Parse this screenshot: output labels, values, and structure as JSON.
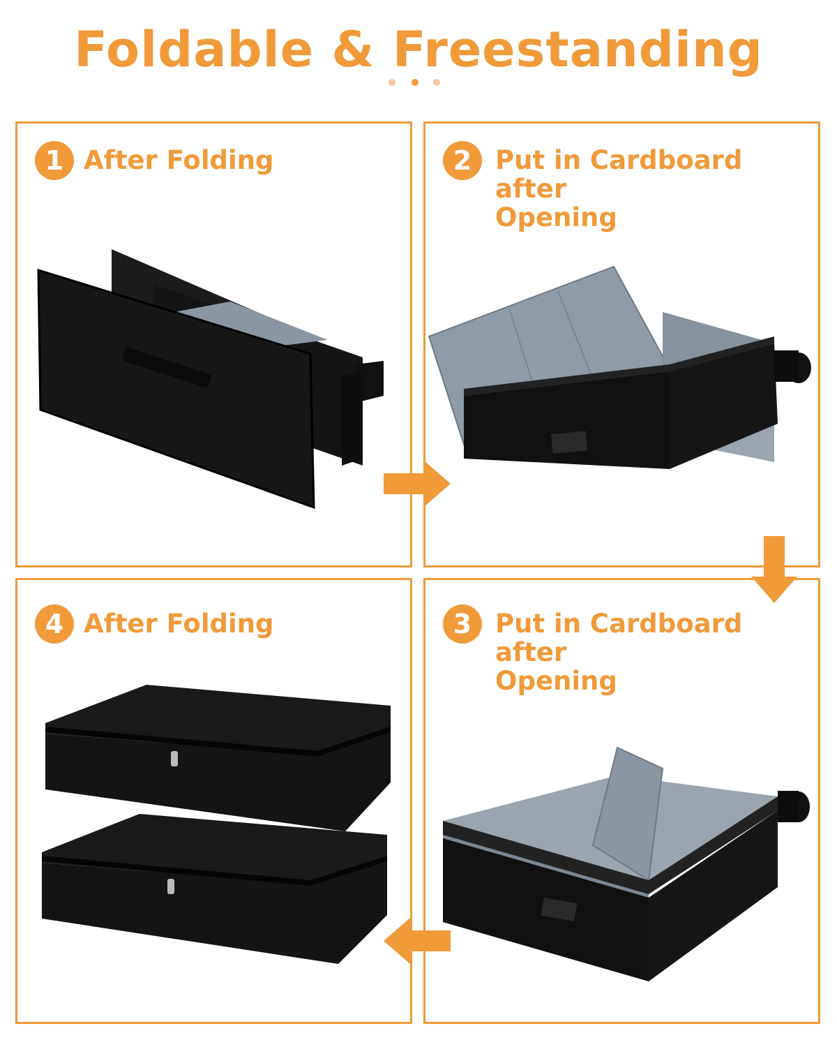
{
  "title": "Foldable & Freestanding",
  "colors": {
    "accent": "#F09A3A",
    "dot_light": "#F5C9A0",
    "fabric": "#141414",
    "lining": "#8A97A3"
  },
  "icons": [
    "right-arrow-icon",
    "down-arrow-icon",
    "left-arrow-icon"
  ],
  "steps": [
    {
      "number": "1",
      "line1": "After Folding",
      "line2": ""
    },
    {
      "number": "2",
      "line1": "Put in Cardboard after",
      "line2": "Opening"
    },
    {
      "number": "3",
      "line1": "Put in Cardboard after",
      "line2": "Opening"
    },
    {
      "number": "4",
      "line1": "After Folding",
      "line2": ""
    }
  ]
}
